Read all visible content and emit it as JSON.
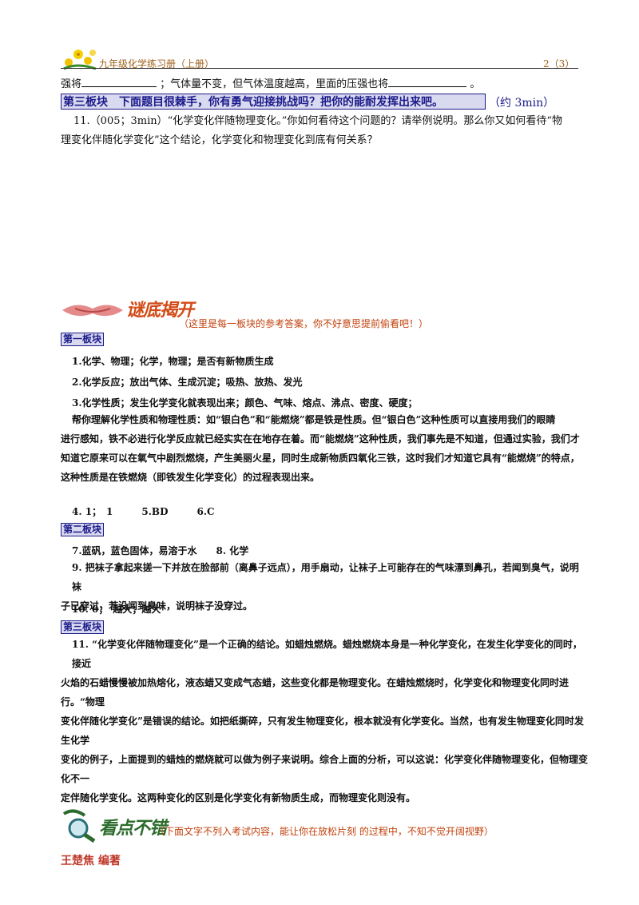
{
  "header": {
    "left_text": "九年级化学练习册（上册）",
    "right_text": "2（3）"
  },
  "top_line": {
    "prefix": "强将",
    "middle": "；气体量不变，但气体温度越高，里面的压强也将",
    "suffix": "。"
  },
  "section3_banner": {
    "label": "第三板块　下面题目很棘手，你有勇气迎接挑战吗？把你的能耐发挥出来吧。",
    "tail": "（约 3min）"
  },
  "question11": {
    "line1": "11.（005；3min）“化学变化伴随物理变化。”你如何看待这个问题的？请举例说明。那么你又如何看待“物",
    "line2": "理变化伴随化学变化”这个结论，化学变化和物理变化到底有何关系？"
  },
  "answers_header": {
    "title": "谜底揭开",
    "subtitle": "（这里是每一板块的参考答案，你不好意思提前偷看吧！）"
  },
  "block1": {
    "label": "第一板块",
    "a1": "1.化学、物理；化学，物理；是否有新物质生成",
    "a2": "2.化学反应；放出气体、生成沉淀；吸热、放热、发光",
    "a3": "3.化学性质；发生化学变化就表现出来；颜色、气味、熔点、沸点、密度、硬度；",
    "help_lines": [
      "帮你理解化学性质和物理性质：如“银白色”和“能燃烧”都是铁是性质。但“银白色”这种性质可以直接用我们的眼睛",
      "进行感知，铁不必进行化学反应就已经实实在在地存在着。而“能燃烧”这种性质，我们事先是不知道，但通过实验，我们才",
      "知道它原来可以在氧气中剧烈燃烧，产生美丽火星，同时生成新物质四氧化三铁，这时我们才知道它具有“能燃烧”的特点，",
      "这种性质是在铁燃烧（即铁发生化学变化）的过程表现出来。"
    ],
    "a456": "4. 1；　1　　　5.BD　　　6.C"
  },
  "block2": {
    "label": "第二板块",
    "a78": "7.蓝矾，蓝色固体，易溶于水　　8. 化学",
    "a9_lines": [
      "9. 把袜子拿起来搓一下并放在脸部前（离鼻子远点），用手扇动，让袜子上可能存在的气味漂到鼻孔，若闻到臭气，说明袜",
      "子已穿过，若没闻到臭味，说明袜子没穿过。"
    ],
    "a10": "10. 0；　越大；越大"
  },
  "block3": {
    "label": "第三板块",
    "a11_lines": [
      "11. “化学变化伴随物理变化”是一个正确的结论。如蜡烛燃烧。蜡烛燃烧本身是一种化学变化，在发生化学变化的同时，接近",
      "火焰的石蜡慢慢被加热熔化，液态蜡又变成气态蜡，这些变化都是物理变化。在蜡烛燃烧时，化学变化和物理变化同时进行。“物理",
      "变化伴随化学变化”是错误的结论。如把纸撕碎，只有发生物理变化，根本就没有化学变化。当然，也有发生物理变化同时发生化学",
      "变化的例子，上面提到的蜡烛的燃烧就可以做为例子来说明。综合上面的分析，可以这说：化学变化伴随物理变化，但物理变化不一",
      "定伴随化学变化。这两种变化的区别是化学变化有新物质生成，而物理变化则没有。"
    ]
  },
  "footer_note": {
    "title": "看点不错",
    "subtitle": "（下面文字不列入考试内容，能让你在放松片刻 的过程中，不知不觉开阔视野）",
    "author": "王楚焦 编著"
  }
}
